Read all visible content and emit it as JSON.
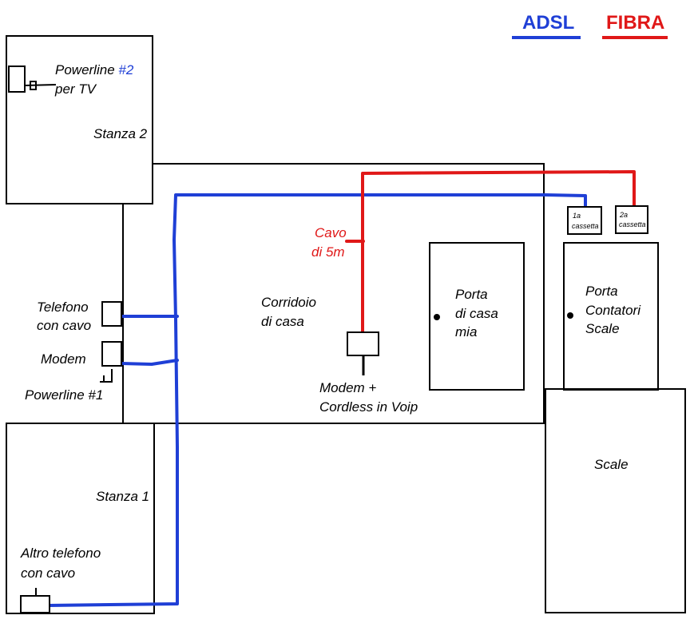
{
  "legend": {
    "adsl": {
      "label": "ADSL",
      "color": "#1f3fd6"
    },
    "fibra": {
      "label": "FIBRA",
      "color": "#e01818"
    }
  },
  "rooms": {
    "stanza2": "Stanza 2",
    "stanza1": "Stanza 1",
    "corridoio_line1": "Corridoio",
    "corridoio_line2": "di casa",
    "scale": "Scale"
  },
  "devices": {
    "powerline2_line1_prefix": "Powerline ",
    "powerline2_line1_suffix": "#2",
    "powerline2_line2": "per TV",
    "telefono_line1": "Telefono",
    "telefono_line2": "con cavo",
    "modem": "Modem",
    "powerline1": "Powerline #1",
    "altro_telefono_line1": "Altro telefono",
    "altro_telefono_line2": "con cavo",
    "modem_voip_line1": "Modem +",
    "modem_voip_line2": "Cordless in Voip",
    "cassetta1_line1": "1a",
    "cassetta1_line2": "cassetta",
    "cassetta2_line1": "2a",
    "cassetta2_line2": "cassetta"
  },
  "doors": {
    "porta_casa_line1": "Porta",
    "porta_casa_line2": "di casa",
    "porta_casa_line3": "mia",
    "porta_contatori_line1": "Porta",
    "porta_contatori_line2": "Contatori",
    "porta_contatori_line3": "Scale"
  },
  "cable": {
    "line1": "Cavo",
    "line2": "di 5m"
  }
}
